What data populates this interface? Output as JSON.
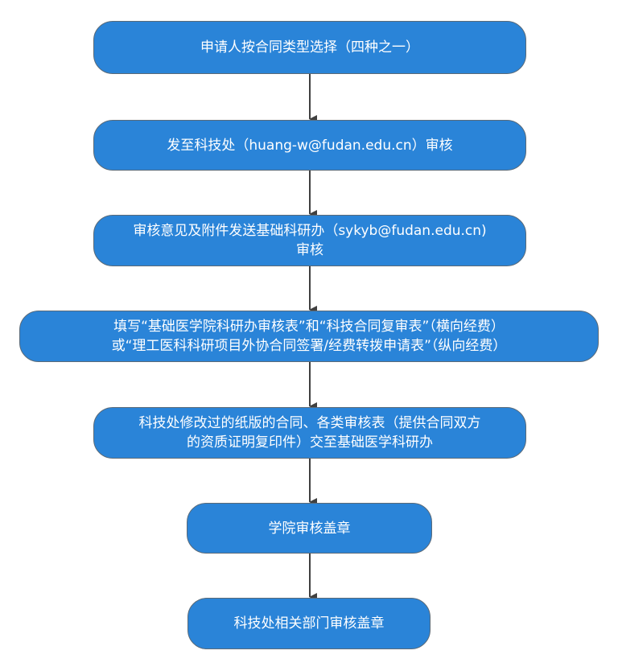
{
  "flowchart": {
    "steps": [
      {
        "lines": [
          "申请人按合同类型选择（四种之一）"
        ]
      },
      {
        "lines": [
          "发至科技处（huang-w@fudan.edu.cn）审核"
        ]
      },
      {
        "lines": [
          "审核意见及附件发送基础科研办（sykyb@fudan.edu.cn)",
          "审核"
        ]
      },
      {
        "lines": [
          "填写“基础医学院科研办审核表”和“科技合同复审表”（横向经费）",
          "或“理工医科科研项目外协合同签署/经费转拨申请表”（纵向经费）"
        ]
      },
      {
        "lines": [
          "科技处修改过的纸版的合同、各类审核表（提供合同双方",
          "的资质证明复印件）交至基础医学科研办"
        ]
      },
      {
        "lines": [
          "学院审核盖章"
        ]
      },
      {
        "lines": [
          "科技处相关部门审核盖章"
        ]
      }
    ],
    "colors": {
      "node_fill": "#2a84d8",
      "node_border": "#5a6a78",
      "text": "#ffffff",
      "arrow": "#404040"
    }
  }
}
